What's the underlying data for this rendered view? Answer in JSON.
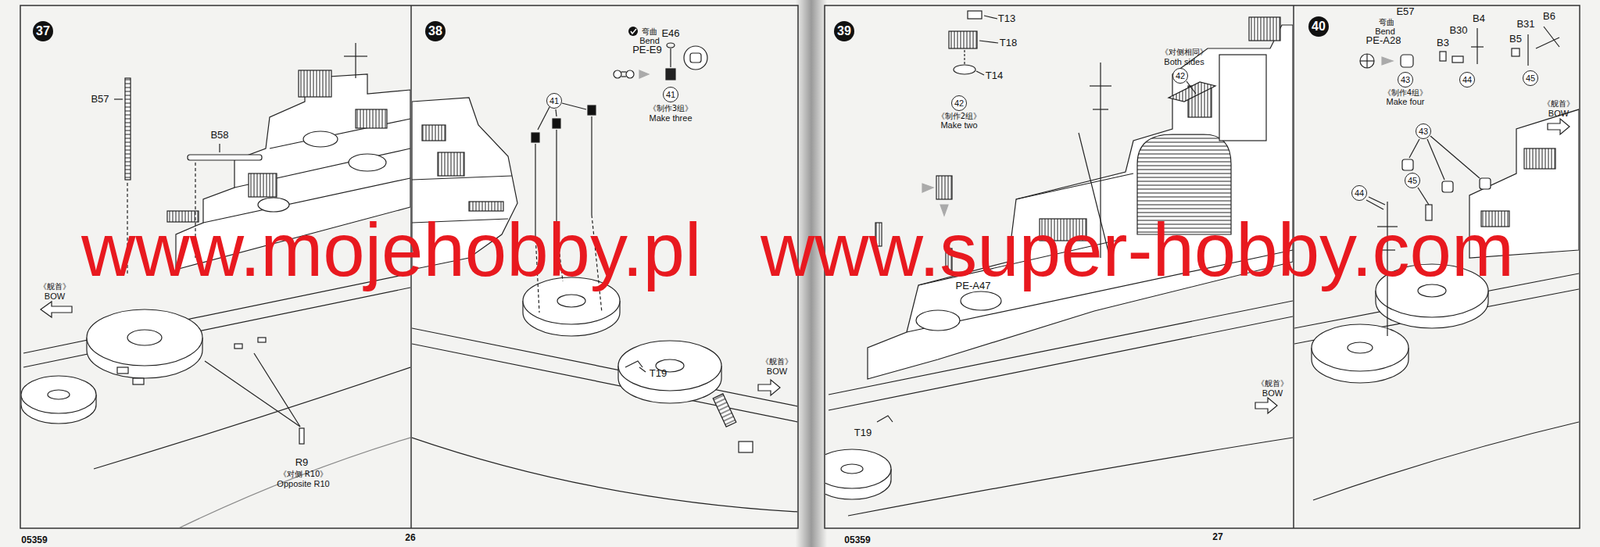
{
  "diagram": {
    "nodes": [
      {
        "text": [
          "37"
        ]
      },
      {
        "text": [
          "38"
        ]
      },
      {
        "text": [
          "41"
        ]
      },
      {
        "text": [
          "41"
        ]
      },
      {
        "text": [
          "39"
        ]
      },
      {
        "text": [
          "42"
        ]
      },
      {
        "text": [
          "42"
        ]
      },
      {
        "text": [
          "40"
        ]
      },
      {
        "text": [
          "43"
        ]
      },
      {
        "text": [
          "44"
        ]
      },
      {
        "text": [
          "45"
        ]
      },
      {
        "text": [
          "43"
        ]
      },
      {
        "text": [
          "44"
        ]
      },
      {
        "text": [
          "45"
        ]
      }
    ],
    "labels": [
      "B57",
      "B58",
      "《舰首》",
      "BOW",
      "R9",
      "《对侧 R10》",
      "Opposite R10",
      "弯曲",
      "Bend",
      "PE-E9",
      "E46",
      "《制作3组》",
      "Make three",
      "T19",
      "《舰首》",
      "BOW",
      "T13",
      "T18",
      "T14",
      "《制作2组》",
      "Make two",
      "《对侧相同》",
      "Both sides",
      "PE-A47",
      "T19",
      "《舰首》",
      "BOW",
      "E57",
      "弯曲",
      "Bend",
      "PE-A28",
      "《制作4组》",
      "Make four",
      "B30",
      "B4",
      "B31",
      "B6",
      "B3",
      "B5",
      "《舰首》",
      "BOW",
      "05359",
      "26",
      "05359",
      "27",
      "www.mojehobby.pl",
      "www.super-hobby.com"
    ]
  }
}
